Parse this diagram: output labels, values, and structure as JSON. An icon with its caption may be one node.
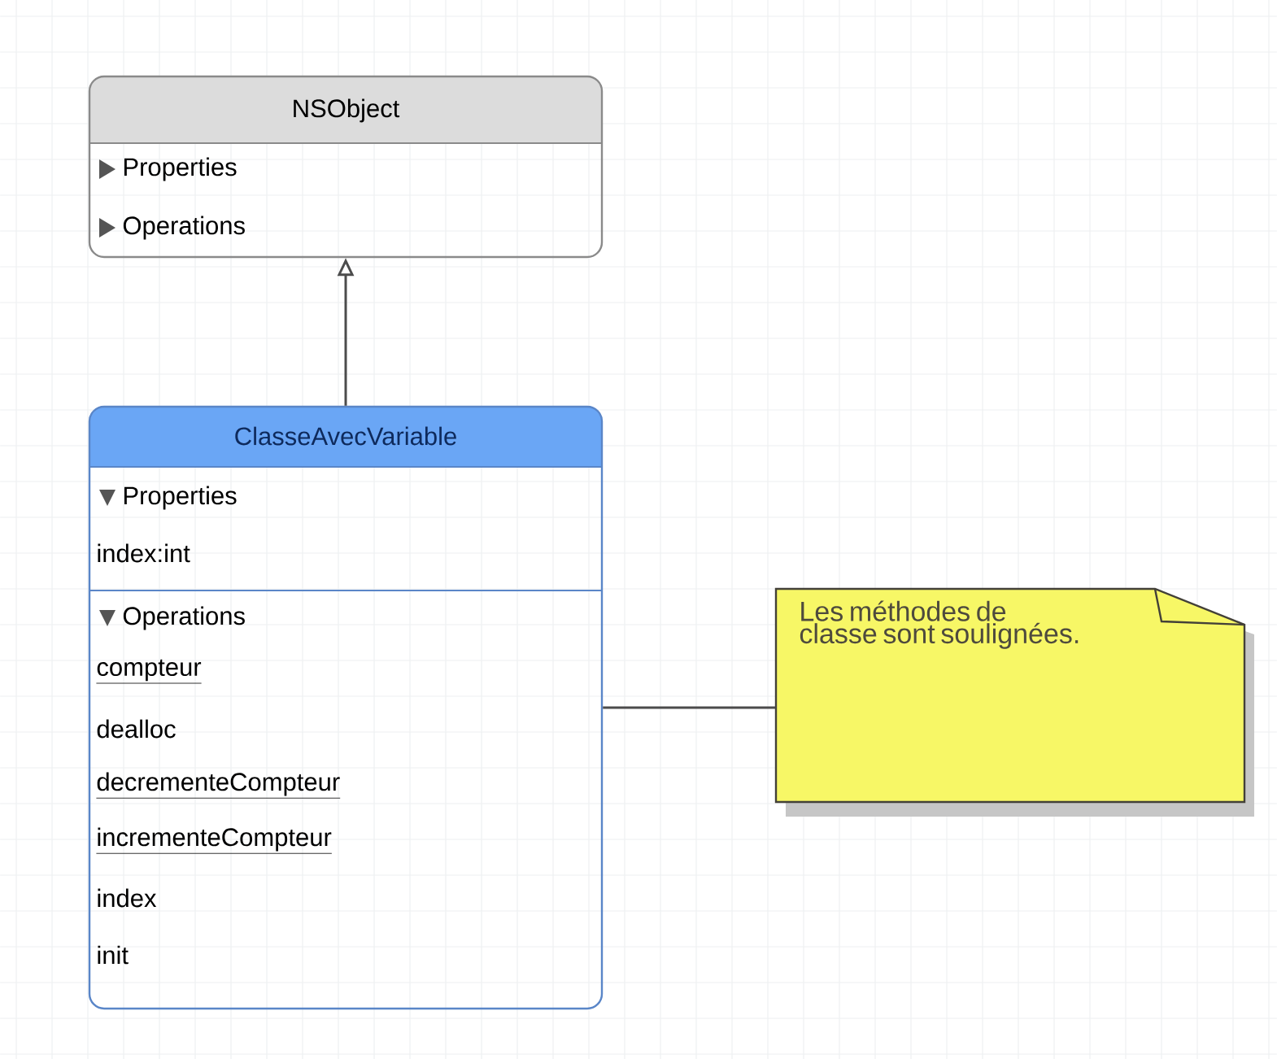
{
  "diagram": {
    "nodes": [
      {
        "text": [
          "NSObject",
          "Properties",
          "Operations"
        ]
      },
      {
        "text": [
          "ClasseAvecVariable",
          "Properties",
          "index:int",
          "Operations",
          "compteur",
          "dealloc",
          "decrementeCompteur",
          "incrementeCompteur",
          "index",
          "init"
        ]
      },
      {
        "text": [
          "Les méthodes de classe sont soulignées."
        ]
      }
    ],
    "edges": [
      {
        "from": 1,
        "to": 0,
        "arrow": "to"
      },
      {
        "from": 1,
        "to": 2,
        "arrow": "none"
      }
    ]
  }
}
